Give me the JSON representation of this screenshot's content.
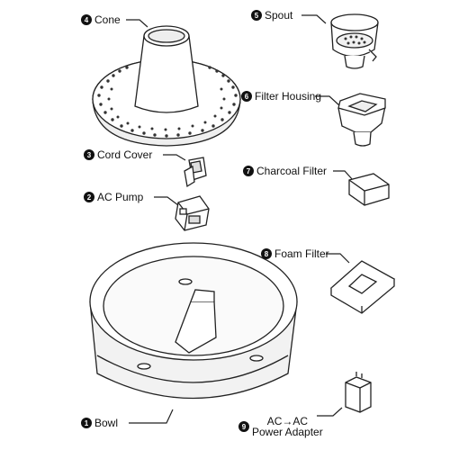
{
  "parts": [
    {
      "num": "4",
      "name": "Cone"
    },
    {
      "num": "5",
      "name": "Spout"
    },
    {
      "num": "6",
      "name": "Filter Housing"
    },
    {
      "num": "3",
      "name": "Cord Cover"
    },
    {
      "num": "7",
      "name": "Charcoal Filter"
    },
    {
      "num": "2",
      "name": "AC Pump"
    },
    {
      "num": "8",
      "name": "Foam Filter"
    },
    {
      "num": "1",
      "name": "Bowl"
    },
    {
      "num": "9",
      "name": "AC→AC",
      "name2": "Power Adapter"
    }
  ],
  "colors": {
    "line": "#222222",
    "fill": "#ffffff",
    "shade": "#e6e6e6",
    "badge": "#111111"
  }
}
